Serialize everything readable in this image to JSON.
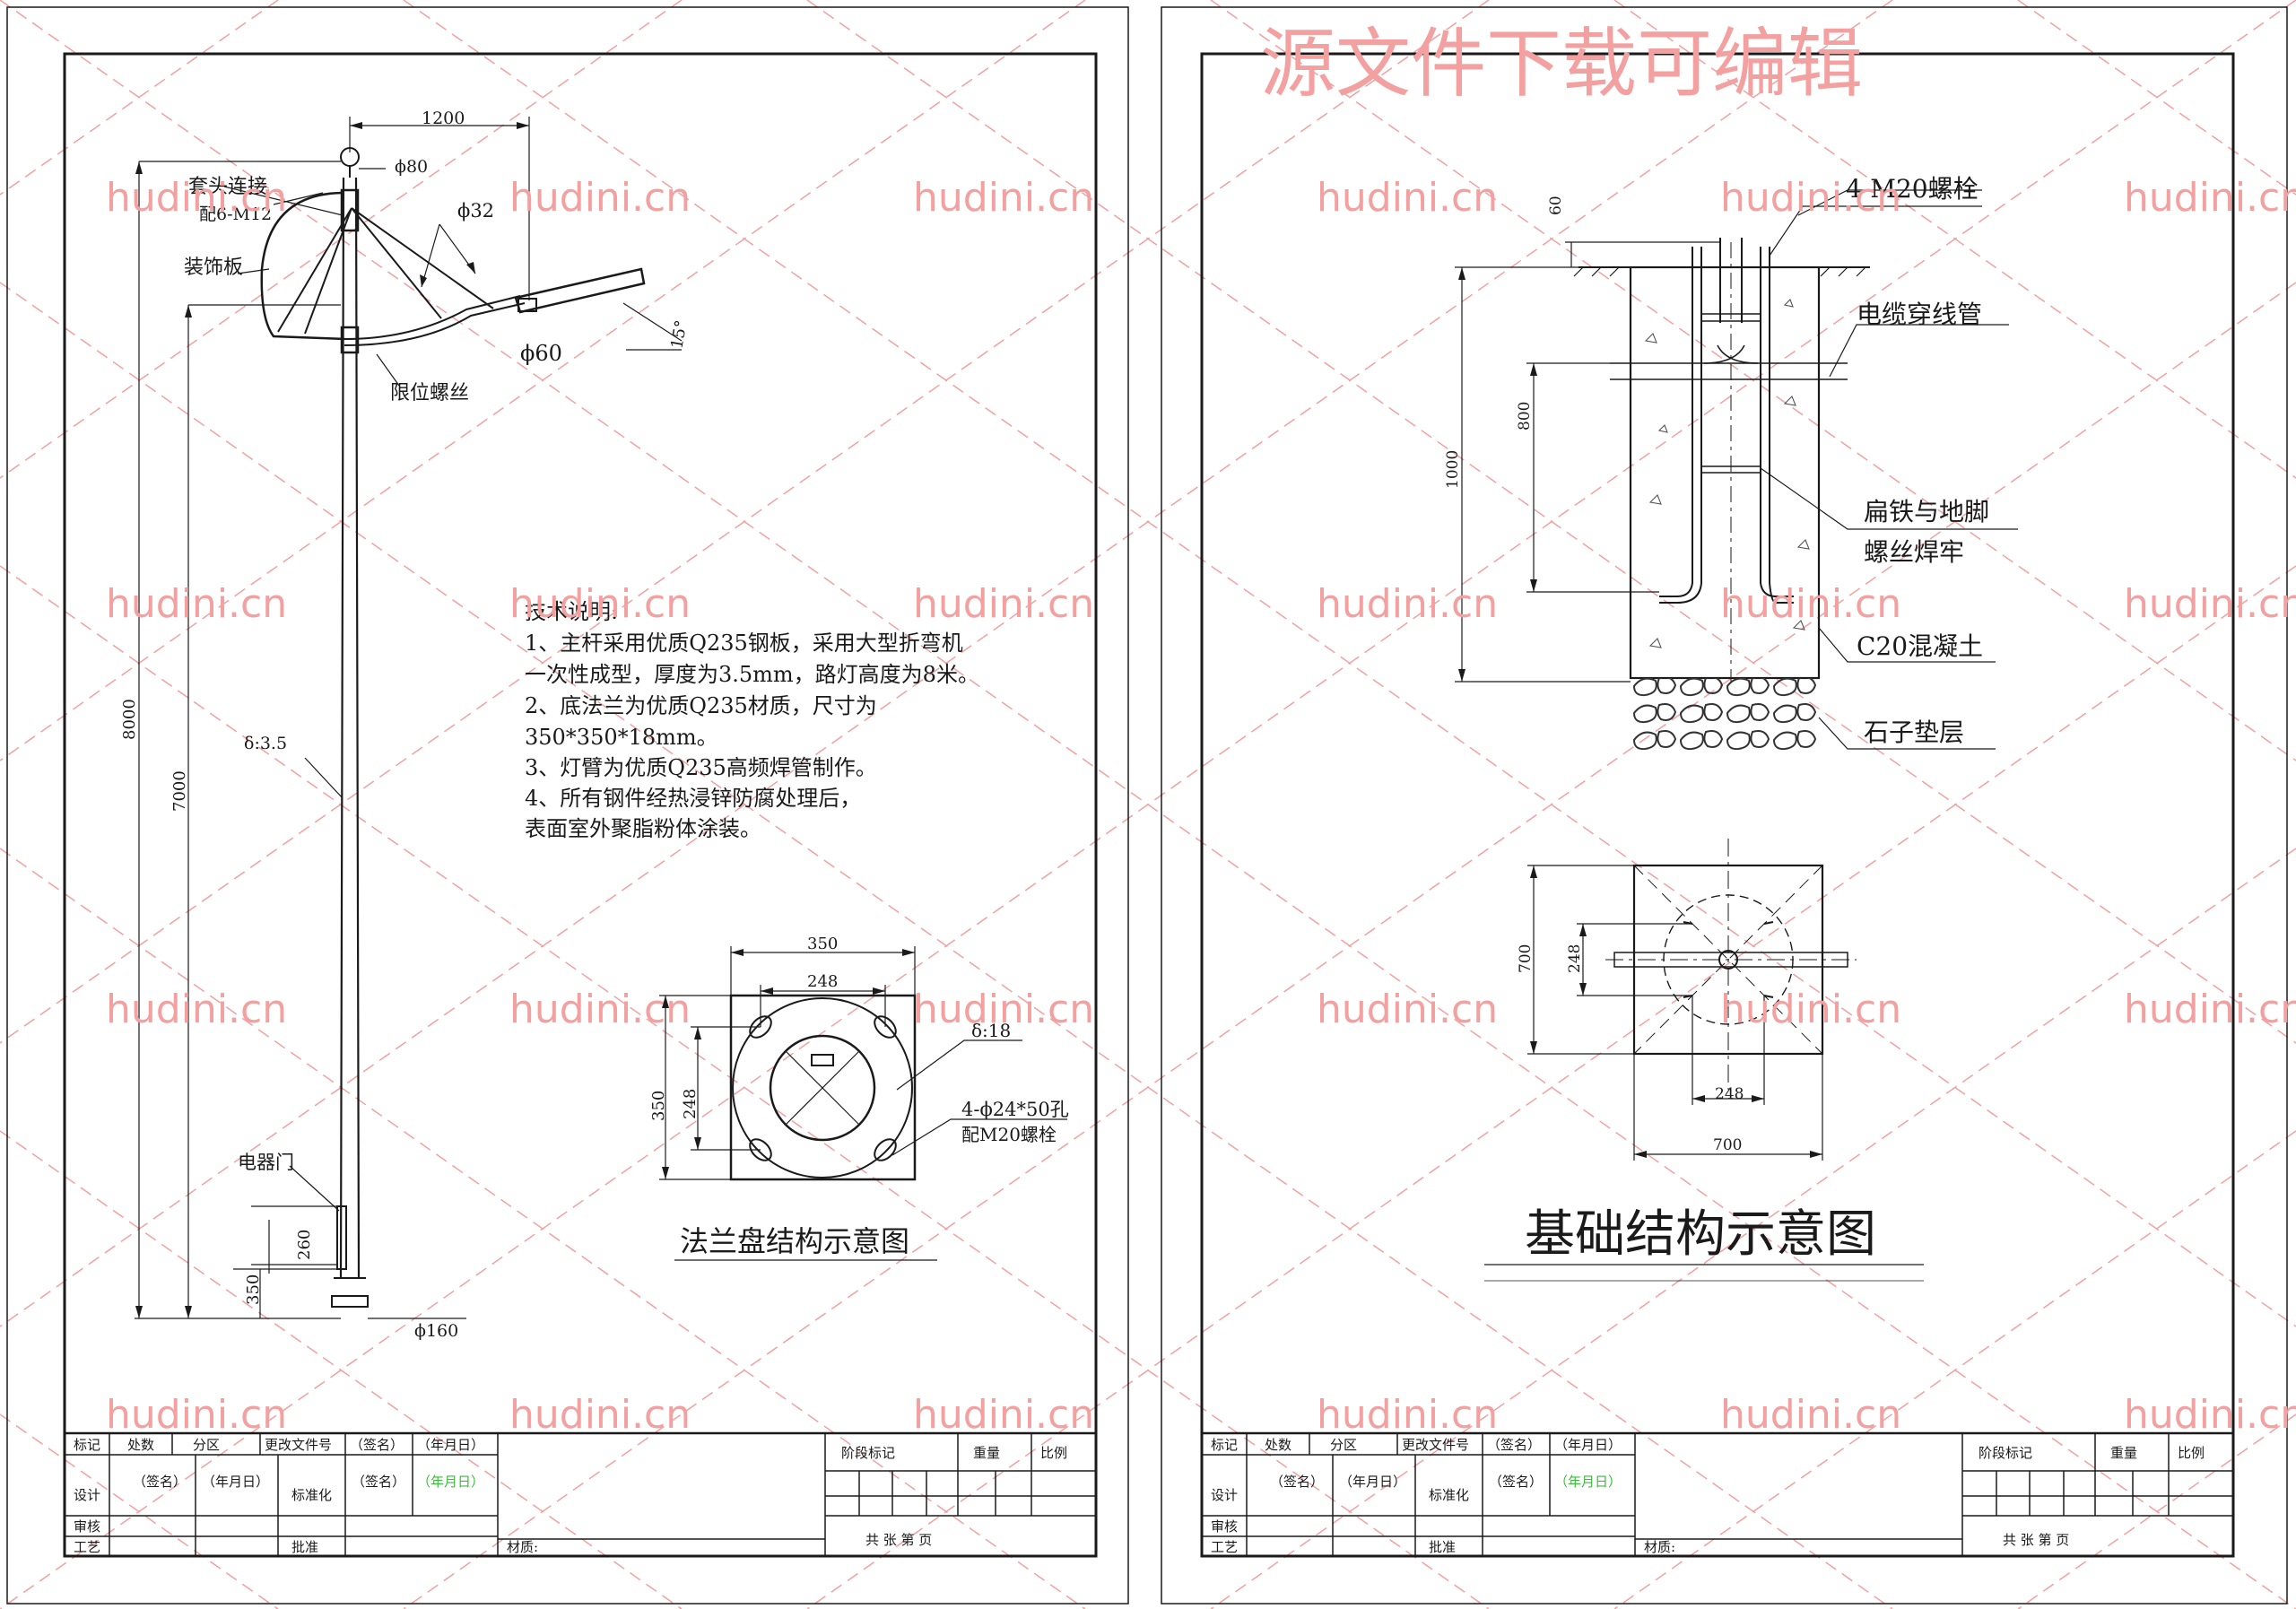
{
  "watermark": {
    "text": "hudini.cn",
    "banner": "源文件下载可编辑",
    "color": "#f2a0a0"
  },
  "colors": {
    "line": "#1a1a1a",
    "green": "#3bbd3b",
    "hatch": "#888888"
  },
  "left_sheet": {
    "pole": {
      "arm_width": "1200",
      "top_dia": "ϕ80",
      "sleeve_label": "套头连接",
      "sleeve_bolts": "配6-M12",
      "brace_dia": "ϕ32",
      "deco_label": "装饰板",
      "arm_dia": "ϕ60",
      "arm_angle": "15°",
      "limit_screw": "限位螺丝",
      "thickness": "δ:3.5",
      "total_height": "8000",
      "lower_height": "7000",
      "door_label": "电器门",
      "door_height": "260",
      "door_base": "350",
      "base_dia": "ϕ160"
    },
    "notes": {
      "title": "技术说明:",
      "lines": [
        "1、主杆采用优质Q235钢板，采用大型折弯机",
        "一次性成型，厚度为3.5mm，路灯高度为8米。",
        "2、底法兰为优质Q235材质，尺寸为",
        "350*350*18mm。",
        "3、灯臂为优质Q235高频焊管制作。",
        "4、所有钢件经热浸锌防腐处理后，",
        "表面室外聚脂粉体涂装。"
      ]
    },
    "flange": {
      "outer": "350",
      "inner": "248",
      "side_outer": "350",
      "side_inner": "248",
      "thickness": "δ:18",
      "holes": "4-ϕ24*50孔",
      "bolts": "配M20螺栓",
      "title": "法兰盘结构示意图"
    }
  },
  "right_sheet": {
    "foundation": {
      "top_dim": "60",
      "depth_800": "800",
      "depth_1000": "1000",
      "bolts": "4-M20螺栓",
      "cable_pipe": "电缆穿线管",
      "flat_iron_1": "扁铁与地脚",
      "flat_iron_2": "螺丝焊牢",
      "concrete": "C20混凝土",
      "gravel": "石子垫层"
    },
    "plan": {
      "side": "700",
      "side_inner": "248",
      "bottom_inner": "248",
      "bottom": "700"
    },
    "title": "基础结构示意图"
  },
  "title_block": {
    "row1": [
      "标记",
      "处数",
      "分区",
      "更改文件号",
      "（签名）",
      "（年月日）"
    ],
    "stage": "阶段标记",
    "weight": "重量",
    "scale": "比例",
    "design": "设计",
    "sign": "（签名）",
    "date": "（年月日）",
    "standard": "标准化",
    "sign2": "（签名）",
    "date2": "（年月日）",
    "review": "审核",
    "process": "工艺",
    "approve": "批准",
    "material": "材质:",
    "sheets": "共    张    第    页"
  }
}
